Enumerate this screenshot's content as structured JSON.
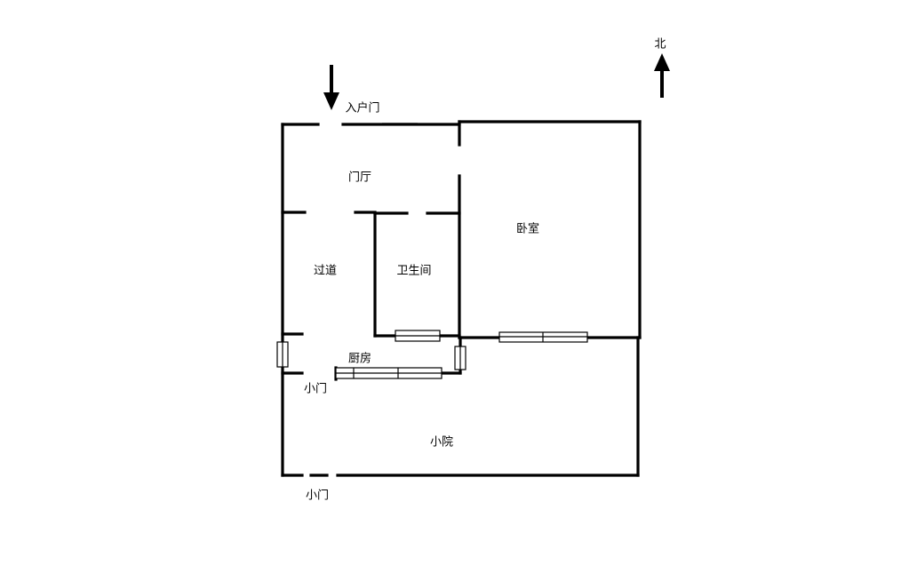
{
  "compass": {
    "north_label": "北"
  },
  "entrance": {
    "label": "入户门"
  },
  "rooms": {
    "foyer": "门厅",
    "bedroom": "卧室",
    "corridor": "过道",
    "bathroom": "卫生间",
    "kitchen": "厨房",
    "courtyard": "小院"
  },
  "doors": {
    "side_door": "小门",
    "yard_door": "小门"
  }
}
